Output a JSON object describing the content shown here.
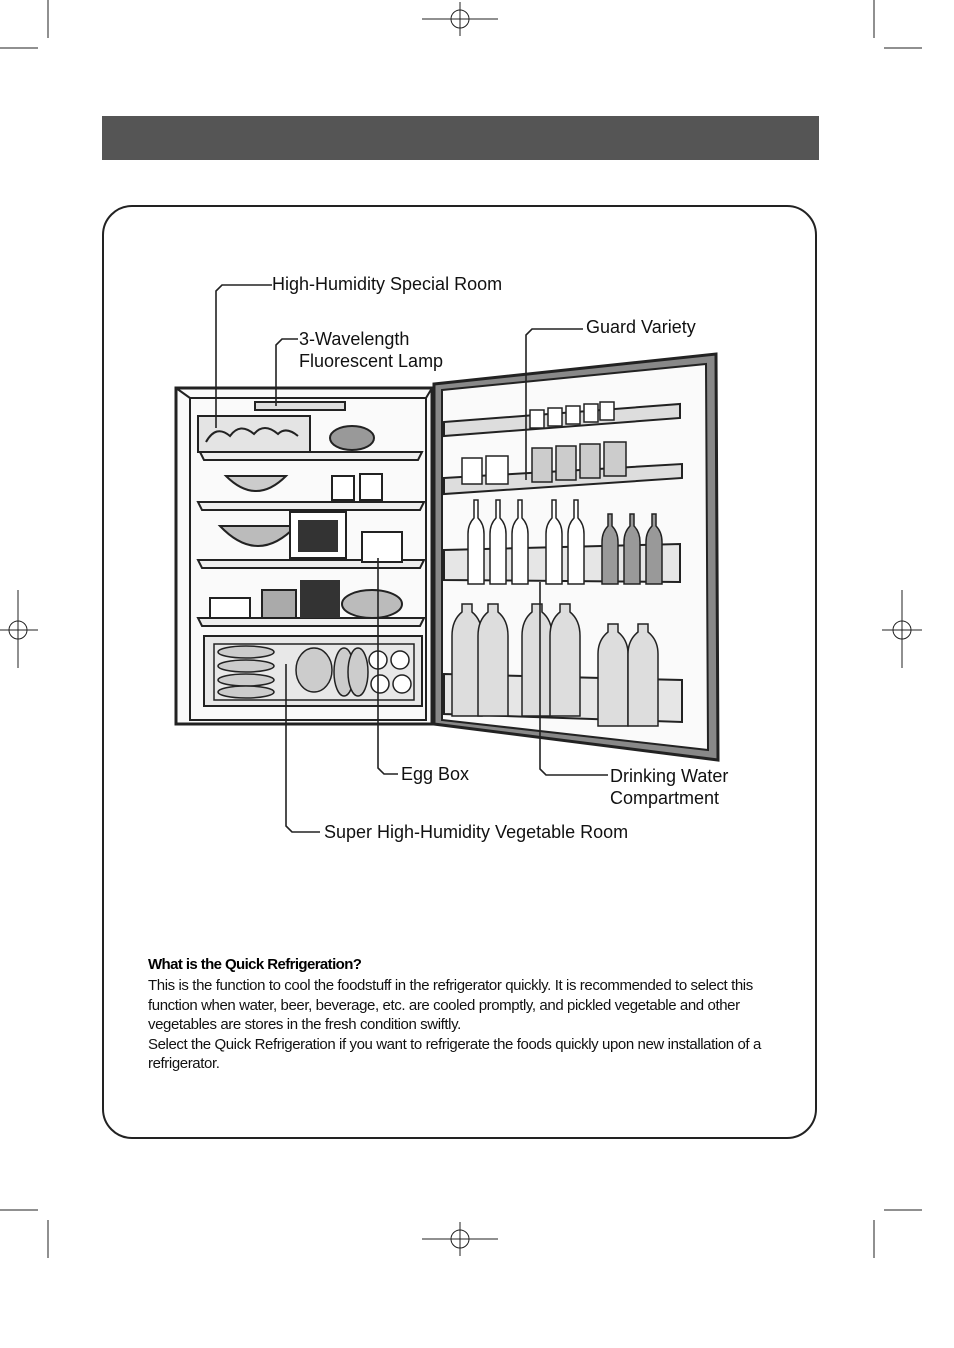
{
  "callouts": {
    "high_humidity": "High-Humidity Special Room",
    "lamp": "3-Wavelength\nFluorescent Lamp",
    "guard_variety": "Guard Variety",
    "egg_box": "Egg Box",
    "drinking_water": "Drinking Water\nCompartment",
    "vegetable_room": "Super High-Humidity Vegetable Room"
  },
  "info": {
    "title": "What is the Quick Refrigeration?",
    "body": "This is the function to cool the foodstuff in the refrigerator quickly. It is recommended to select this function when water, beer, beverage, etc. are cooled promptly, and pickled vegetable and other vegetables are stores in the fresh condition swiftly.\nSelect the Quick Refrigeration if you want to refrigerate the foods quickly upon new installation of a refrigerator."
  },
  "colors": {
    "header": "#555555",
    "line": "#222222"
  }
}
